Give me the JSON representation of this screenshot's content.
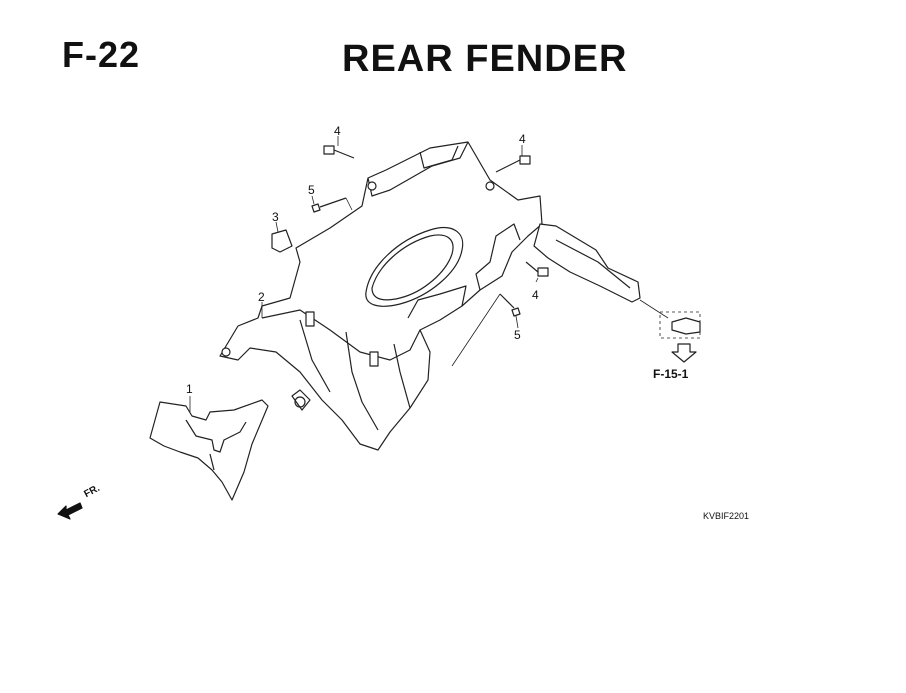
{
  "section_code": "F-22",
  "title": "REAR FENDER",
  "callouts": [
    "1",
    "2",
    "3",
    "4",
    "4",
    "4",
    "5",
    "5"
  ],
  "reference": "F-15-1",
  "front_label": "FR.",
  "figure_id": "KVBIF2201"
}
